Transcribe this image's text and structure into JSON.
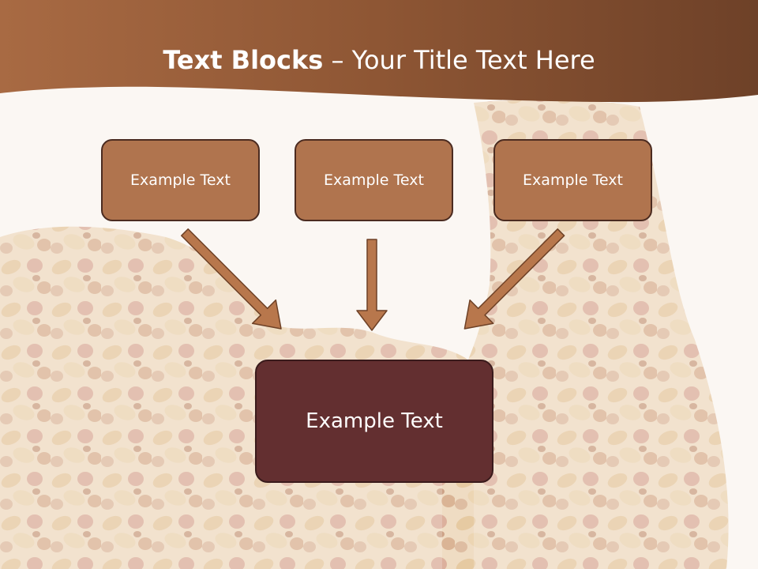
{
  "slide": {
    "title_bold": "Text Blocks",
    "title_sep": " – ",
    "title_rest": "Your Title Text Here"
  },
  "blocks": {
    "top": [
      {
        "label": "Example Text"
      },
      {
        "label": "Example Text"
      },
      {
        "label": "Example Text"
      }
    ],
    "bottom": {
      "label": "Example Text"
    }
  },
  "colors": {
    "header": "#8c5430",
    "box_fill": "#b0744e",
    "box_border": "#4b2b20",
    "main_box_fill": "#632f30",
    "arrow_fill": "#b8774c",
    "arrow_stroke": "#6e4126",
    "background": "#fbf7f3"
  },
  "icons": [
    "arrow-down-right",
    "arrow-down",
    "arrow-down-left"
  ]
}
